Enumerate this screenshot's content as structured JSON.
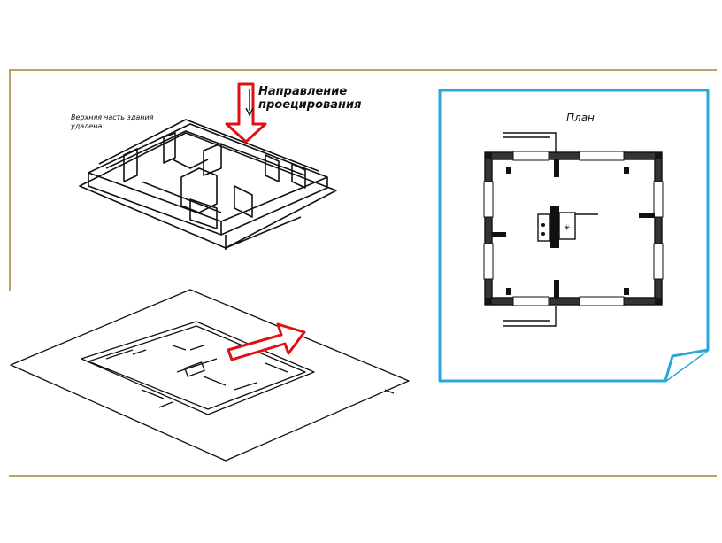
{
  "labels": {
    "projection_direction": "Направление проецирования",
    "upper_part": "Верхняя часть здания удалена",
    "plan": "План"
  },
  "colors": {
    "frame": "#b8a56a",
    "arrow": "#e01010",
    "plan_frame": "#2aa7d8",
    "lines": "#111111"
  }
}
